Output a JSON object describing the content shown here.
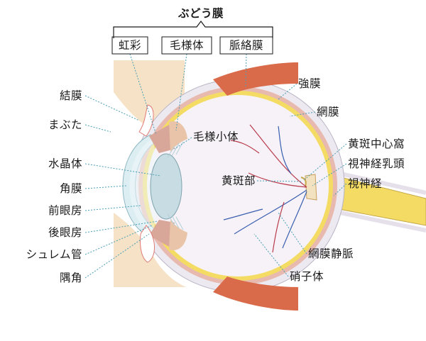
{
  "group": {
    "title": "ぶどう膜",
    "items": [
      "虹彩",
      "毛様体",
      "脈絡膜"
    ]
  },
  "labels": {
    "left": [
      "結膜",
      "まぶた",
      "水晶体",
      "角膜",
      "前眼房",
      "後眼房",
      "シュレム管",
      "隅角"
    ],
    "right": [
      "強膜",
      "網膜",
      "黄斑中心窩",
      "視神経乳頭",
      "視神経",
      "網膜静脈",
      "硝子体"
    ],
    "inside": [
      "毛様小体",
      "黄斑部"
    ]
  },
  "colors": {
    "skin": "#f6e3c7",
    "sclera": "#ece9f1",
    "choroid": "#e8b9ae",
    "retina": "#f4dc64",
    "vitreous": "#f6f2f8",
    "lens": "#c8dde3",
    "cornea": "#ddeef2",
    "muscle": "#d96a4a",
    "lid_edge": "#e07a73",
    "vessel": "#b93a4a",
    "leader": "#4a9fb5"
  }
}
